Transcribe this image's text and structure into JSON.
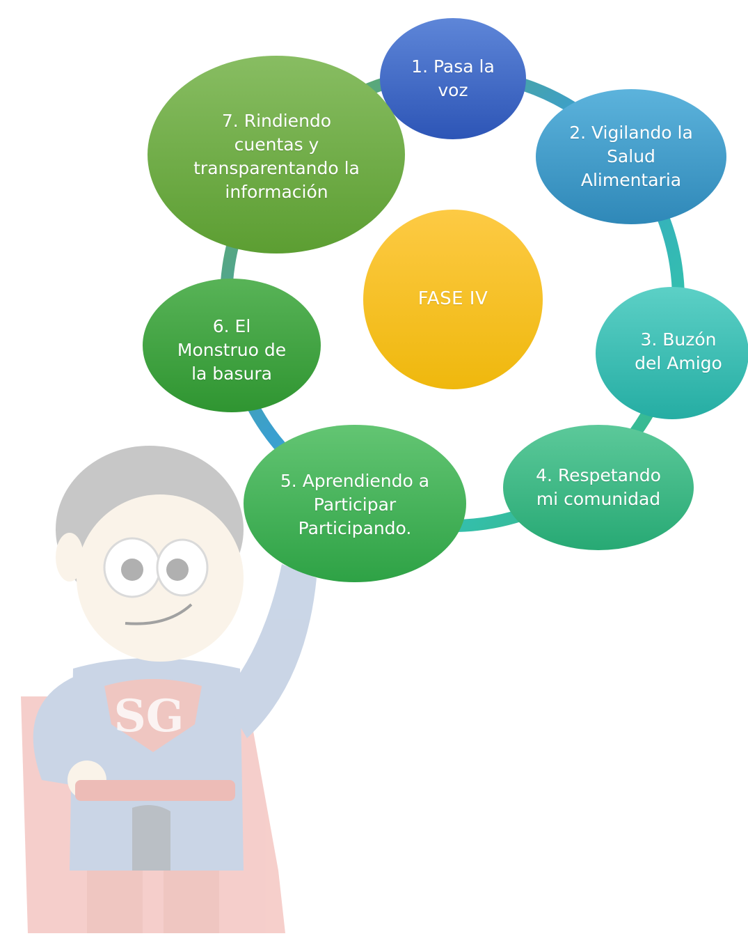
{
  "diagram": {
    "center": {
      "label": "FASE IV",
      "color": "#fbc21a"
    },
    "ring_color": "#3fa0c8",
    "steps": [
      {
        "id": "1",
        "label": "1. Pasa la\nvoz",
        "color": "#3b64c6"
      },
      {
        "id": "2",
        "label": "2. Vigilando la\nSalud\nAlimentaria",
        "color": "#3c9ccb"
      },
      {
        "id": "3",
        "label": "3. Buzón\ndel Amigo",
        "color": "#33bdb4"
      },
      {
        "id": "4",
        "label": "4. Respetando\nmi comunidad",
        "color": "#34bb83"
      },
      {
        "id": "5",
        "label": "5. Aprendiendo a\nParticipar\nParticipando.",
        "color": "#3db34f"
      },
      {
        "id": "6",
        "label": "6.  El\nMonstruo de\nla basura",
        "color": "#39a33a"
      },
      {
        "id": "7",
        "label": "7. Rindiendo\ncuentas y\ntransparentando la\ninformación",
        "color": "#6aac3f"
      }
    ]
  },
  "mascot": {
    "chest_logo": "SG",
    "colors": {
      "skin": "#f6ebd8",
      "hair": "#b5b5b5",
      "suit": "#b9c7dc",
      "cape": "#eeb2ad",
      "emblem": "#e9a29c"
    }
  }
}
